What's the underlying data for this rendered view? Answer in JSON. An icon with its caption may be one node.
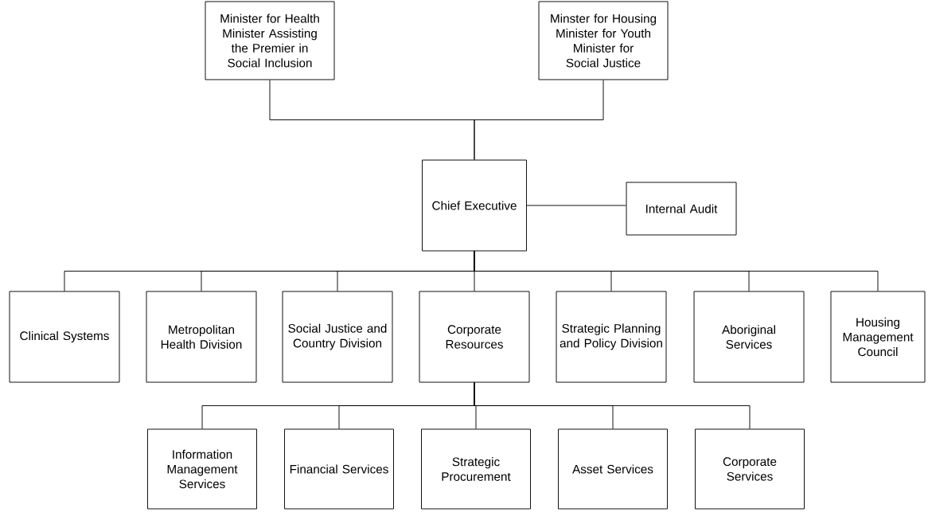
{
  "diagram": {
    "nodes": [
      {
        "text": [
          "Minister for Health",
          "Minister Assisting the Premier in Social Inclusion"
        ]
      },
      {
        "text": [
          "Minster for Housing",
          "Minister for Youth",
          "Minister for Social Justice"
        ]
      },
      {
        "text": [
          "Chief Executive"
        ]
      },
      {
        "text": [
          "Internal Audit"
        ]
      },
      {
        "text": [
          "Clinical Systems"
        ]
      },
      {
        "text": [
          "Metropolitan Health Division"
        ]
      },
      {
        "text": [
          "Social Justice and Country Division"
        ]
      },
      {
        "text": [
          "Corporate Resources"
        ]
      },
      {
        "text": [
          "Strategic Planning and Policy Division"
        ]
      },
      {
        "text": [
          "Aboriginal Services"
        ]
      },
      {
        "text": [
          "Housing Management Council"
        ]
      },
      {
        "text": [
          "Information Management Services"
        ]
      },
      {
        "text": [
          "Financial Services"
        ]
      },
      {
        "text": [
          "Strategic Procurement"
        ]
      },
      {
        "text": [
          "Asset Services"
        ]
      },
      {
        "text": [
          "Corporate Services"
        ]
      }
    ],
    "edges": [
      {
        "from": 0,
        "to": 2,
        "arrow": "none"
      },
      {
        "from": 1,
        "to": 2,
        "arrow": "none"
      },
      {
        "from": 2,
        "to": 3,
        "arrow": "none"
      },
      {
        "from": 2,
        "to": 4,
        "arrow": "none"
      },
      {
        "from": 2,
        "to": 5,
        "arrow": "none"
      },
      {
        "from": 2,
        "to": 6,
        "arrow": "none"
      },
      {
        "from": 2,
        "to": 7,
        "arrow": "none"
      },
      {
        "from": 2,
        "to": 8,
        "arrow": "none"
      },
      {
        "from": 2,
        "to": 9,
        "arrow": "none"
      },
      {
        "from": 2,
        "to": 10,
        "arrow": "none"
      },
      {
        "from": 7,
        "to": 11,
        "arrow": "none"
      },
      {
        "from": 7,
        "to": 12,
        "arrow": "none"
      },
      {
        "from": 7,
        "to": 13,
        "arrow": "none"
      },
      {
        "from": 7,
        "to": 14,
        "arrow": "none"
      },
      {
        "from": 7,
        "to": 15,
        "arrow": "none"
      }
    ]
  }
}
